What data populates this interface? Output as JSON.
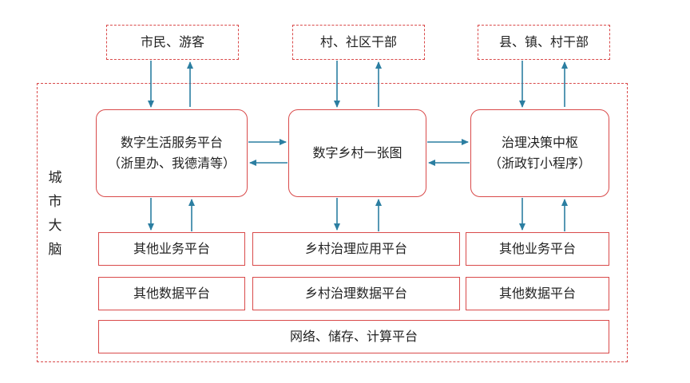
{
  "users": [
    "市民、游客",
    "村、社区干部",
    "县、镇、村干部"
  ],
  "side_label": [
    "城",
    "市",
    "大",
    "脑"
  ],
  "main_nodes": {
    "left": [
      "数字生活服务平台",
      "（浙里办、我德清等）"
    ],
    "center": "数字乡村一张图",
    "right": [
      "治理决策中枢",
      "（浙政钉小程序）"
    ]
  },
  "platforms": {
    "row1": [
      "其他业务平台",
      "乡村治理应用平台",
      "其他业务平台"
    ],
    "row2": [
      "其他数据平台",
      "乡村治理数据平台",
      "其他数据平台"
    ],
    "bottom": "网络、储存、计算平台"
  },
  "colors": {
    "border": "#d94a4a",
    "arrow": "#2b7ea1"
  }
}
